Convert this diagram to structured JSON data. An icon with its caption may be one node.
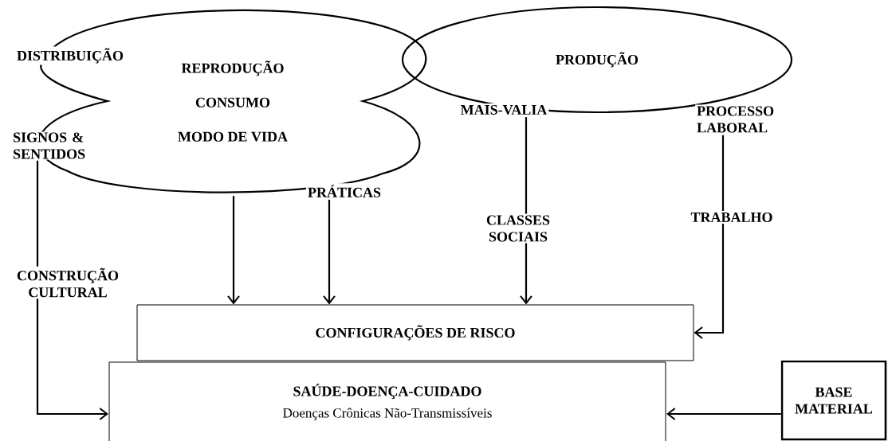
{
  "diagram": {
    "nodes": [
      {
        "text": [
          "REPRODUÇÃO",
          "CONSUMO",
          "MODO DE VIDA"
        ]
      },
      {
        "text": [
          "PRODUÇÃO"
        ]
      },
      {
        "text": [
          "SIGNOS & SENTIDOS"
        ]
      },
      {
        "text": [
          "PRÁTICAS"
        ]
      },
      {
        "text": [
          "MAIS-VALIA"
        ]
      },
      {
        "text": [
          "PROCESSO LABORAL"
        ]
      },
      {
        "text": [
          "CONFIGURAÇÕES DE RISCO"
        ]
      },
      {
        "text": [
          "SAÚDE-DOENÇA-CUIDADO",
          "Doenças Crônicas Não-Transmissíveis"
        ]
      },
      {
        "text": [
          "BASE MATERIAL"
        ]
      }
    ],
    "edges": [
      {
        "from": 2,
        "to": 7,
        "arrow": "to",
        "label": "CONSTRUÇÃO CULTURAL"
      },
      {
        "from": 0,
        "to": 6,
        "arrow": "to"
      },
      {
        "from": 3,
        "to": 6,
        "arrow": "to"
      },
      {
        "from": 4,
        "to": 6,
        "arrow": "to",
        "label": "CLASSES SOCIAIS"
      },
      {
        "from": 5,
        "to": 6,
        "arrow": "to",
        "label": "TRABALHO"
      },
      {
        "from": 8,
        "to": 7,
        "arrow": "to"
      }
    ],
    "labels": [
      "DISTRIBUIÇÃO"
    ]
  }
}
